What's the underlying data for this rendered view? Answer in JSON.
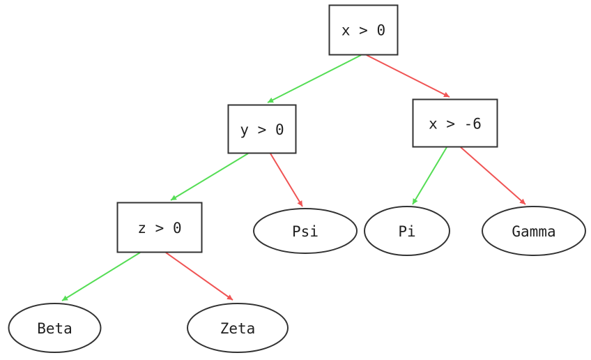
{
  "diagram": {
    "colors": {
      "true_branch": "#55dd55",
      "false_branch": "#f05454",
      "node_border": "#333333",
      "text": "#1f1f1f"
    },
    "nodes": [
      {
        "id": "root",
        "label": "x > 0",
        "shape": "rect"
      },
      {
        "id": "y0",
        "label": "y > 0",
        "shape": "rect"
      },
      {
        "id": "x6",
        "label": "x > -6",
        "shape": "rect"
      },
      {
        "id": "z0",
        "label": "z > 0",
        "shape": "rect"
      },
      {
        "id": "psi",
        "label": "Psi",
        "shape": "ellipse"
      },
      {
        "id": "pi",
        "label": "Pi",
        "shape": "ellipse"
      },
      {
        "id": "gamma",
        "label": "Gamma",
        "shape": "ellipse"
      },
      {
        "id": "beta",
        "label": "Beta",
        "shape": "ellipse"
      },
      {
        "id": "zeta",
        "label": "Zeta",
        "shape": "ellipse"
      }
    ],
    "edges": [
      {
        "from": "x > 0",
        "to": "y > 0",
        "branch": "true",
        "color": "green"
      },
      {
        "from": "x > 0",
        "to": "x > -6",
        "branch": "false",
        "color": "red"
      },
      {
        "from": "y > 0",
        "to": "z > 0",
        "branch": "true",
        "color": "green"
      },
      {
        "from": "y > 0",
        "to": "Psi",
        "branch": "false",
        "color": "red"
      },
      {
        "from": "x > -6",
        "to": "Pi",
        "branch": "true",
        "color": "green"
      },
      {
        "from": "x > -6",
        "to": "Gamma",
        "branch": "false",
        "color": "red"
      },
      {
        "from": "z > 0",
        "to": "Beta",
        "branch": "true",
        "color": "green"
      },
      {
        "from": "z > 0",
        "to": "Zeta",
        "branch": "false",
        "color": "red"
      }
    ]
  }
}
